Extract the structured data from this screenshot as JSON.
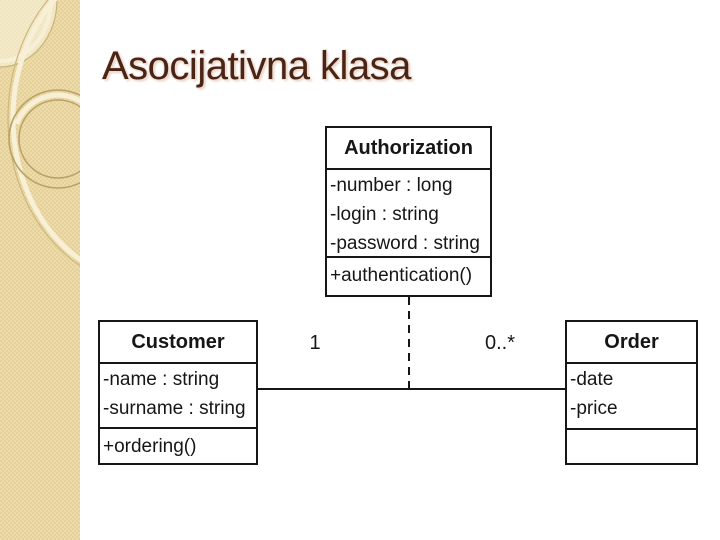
{
  "slide": {
    "title": "Asocijativna klasa"
  },
  "colors": {
    "title_text": "#4a2414",
    "title_glow": "#eedbd0",
    "sidebar_base": "#e8d5a2",
    "sidebar_circle_tan": "#b8a265",
    "sidebar_circle_cream": "#f7efd6",
    "diagram_line": "#161616",
    "background": "#ffffff"
  },
  "diagram": {
    "classes": [
      {
        "name": "Authorization",
        "attributes": [
          "-number : long",
          "-login : string",
          "-password : string"
        ],
        "methods": [
          "+authentication()"
        ]
      },
      {
        "name": "Customer",
        "attributes": [
          "-name : string",
          "-surname : string"
        ],
        "methods": [
          "+ordering()"
        ]
      },
      {
        "name": "Order",
        "attributes": [
          "-date",
          "-price"
        ],
        "methods": []
      }
    ],
    "association": {
      "from": "Customer",
      "to": "Order",
      "multiplicity_from": "1",
      "multiplicity_to": "0..*",
      "associative_class": "Authorization"
    }
  }
}
